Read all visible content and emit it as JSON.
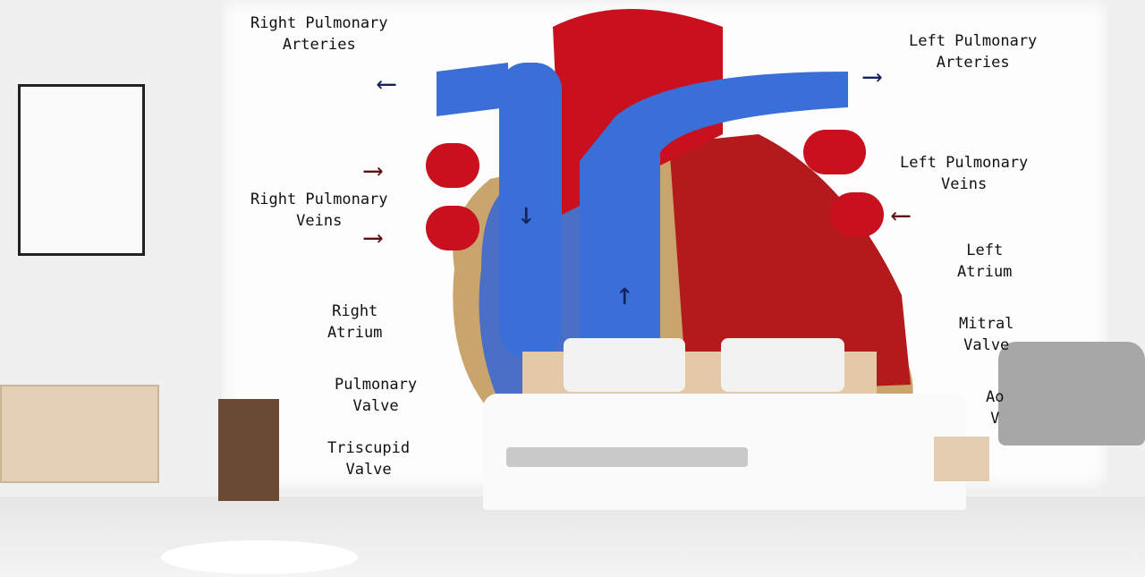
{
  "mural": {
    "labels": {
      "right_pulmonary_arteries": "Right Pulmonary\nArteries",
      "left_pulmonary_arteries": "Left Pulmonary\nArteries",
      "right_pulmonary_veins": "Right Pulmonary\nVeins",
      "left_pulmonary_veins": "Left Pulmonary\nVeins",
      "left_atrium": "Left\nAtrium",
      "right_atrium": "Right\nAtrium",
      "mitral_valve": "Mitral\nValve",
      "pulmonary_valve": "Pulmonary\nValve",
      "triscupid_valve": "Triscupid\nValve",
      "aortic_valve_partial": "Ao\nV"
    },
    "colors": {
      "oxygenated": "#c8101e",
      "deoxygenated": "#3a6fd8",
      "arrow_dark": "#14225e",
      "arrow_red": "#5e1111",
      "muscle": "#c9a46c"
    }
  }
}
